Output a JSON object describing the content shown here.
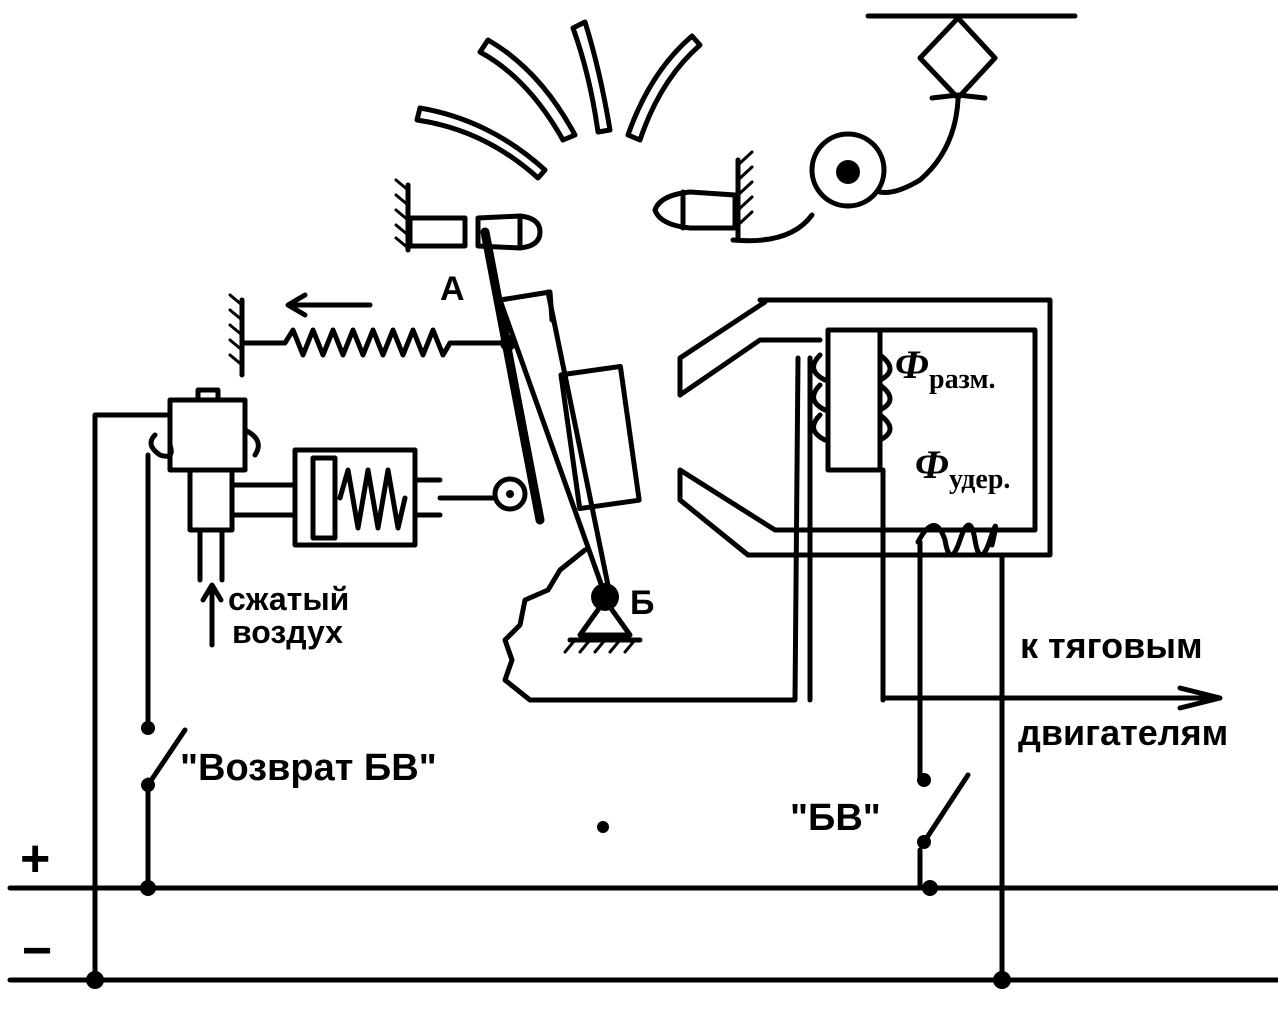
{
  "labels": {
    "point_a": "А",
    "point_b": "Б",
    "air_line1": "сжатый",
    "air_line2": "воздух",
    "phi_symbol": "Ф",
    "phi_razm_sub": "разм.",
    "phi_uder_sub": "удер.",
    "to_motors_line1": "к тяговым",
    "to_motors_line2": "двигателям",
    "switch_return": "\"Возврат БВ\"",
    "switch_bv": "\"БВ\"",
    "plus": "+",
    "minus": "−"
  }
}
